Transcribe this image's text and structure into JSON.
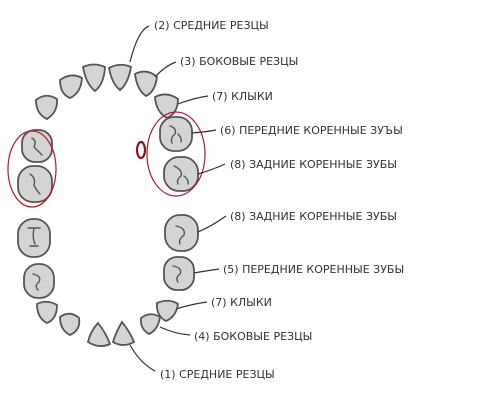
{
  "labels": {
    "top_central_incisors": "(2) СРЕДНИЕ РЕЗЦЫ",
    "top_lateral_incisors": "(3) БОКОВЫЕ РЕЗЦЫ",
    "top_canines": "(7) КЛЫКИ",
    "top_first_molars": "(6) ПЕРЕДНИЕ КОРЕННЫЕ ЗУЪЫ",
    "top_second_molars": "(8) ЗАДНИЕ КОРЕННЫЕ ЗУБЫ",
    "bottom_second_molars": "(8) ЗАДНИЕ КОРЕННЫЕ ЗУБЫ",
    "bottom_first_molars": "(5) ПЕРЕДНИЕ КОРЕННЫЕ ЗУБЫ",
    "bottom_canines": "(7) КЛЫКИ",
    "bottom_lateral_incisors": "(4) БОКОВЫЕ РЕЗЦЫ",
    "bottom_central_incisors": "(1) СРЕДНИЕ РЕЗЦЫ"
  },
  "colors": {
    "tooth_fill": "#d4d4d4",
    "tooth_outline": "#555555",
    "highlight_circle": "#b01c2e",
    "text": "#333333"
  }
}
